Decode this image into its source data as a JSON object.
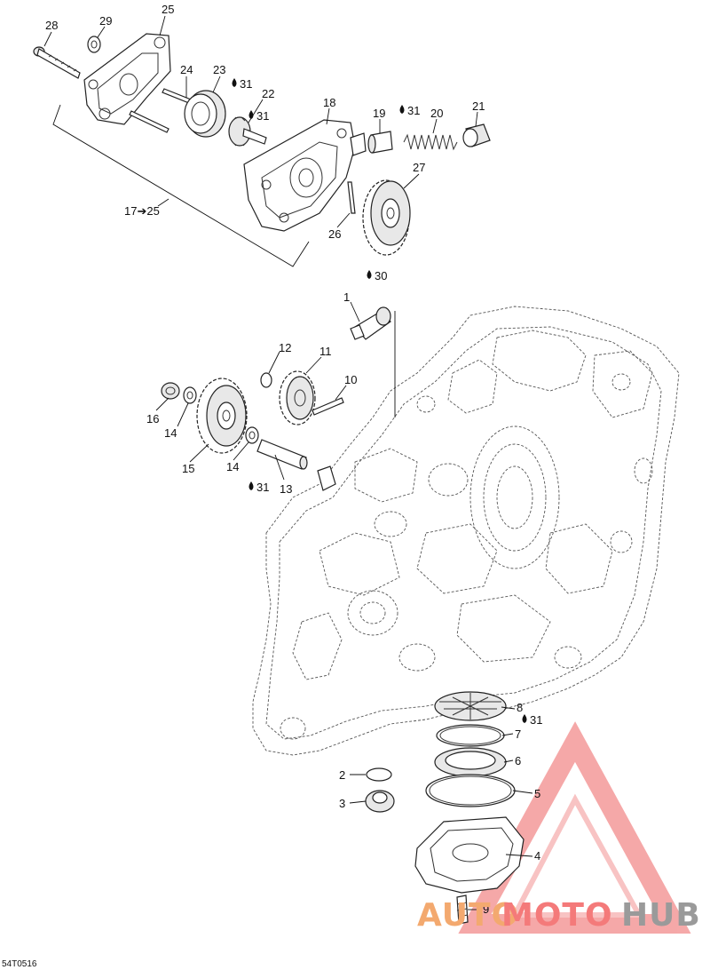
{
  "diagram_code": "54T0516",
  "watermark": {
    "part1": "AUTO",
    "part2": "MOTO",
    "part3": "HUB"
  },
  "oil_symbol": "oil-drop-icon",
  "callouts": {
    "n1": "1",
    "n2": "2",
    "n3": "3",
    "n4": "4",
    "n5": "5",
    "n6": "6",
    "n7": "7",
    "n8": "8",
    "n9": "9",
    "n10": "10",
    "n11": "11",
    "n12": "12",
    "n13": "13",
    "n14a": "14",
    "n14b": "14",
    "n15": "15",
    "n16": "16",
    "n17_25": "17➔25",
    "n18": "18",
    "n19": "19",
    "n20": "20",
    "n21": "21",
    "n22": "22",
    "n23": "23",
    "n24": "24",
    "n25": "25",
    "n26": "26",
    "n27": "27",
    "n28": "28",
    "n29": "29"
  },
  "lubricant_refs": {
    "l30": "30",
    "l31_23": "31",
    "l31_22": "31",
    "l31_19": "31",
    "l31_13": "31",
    "l31_8": "31"
  }
}
